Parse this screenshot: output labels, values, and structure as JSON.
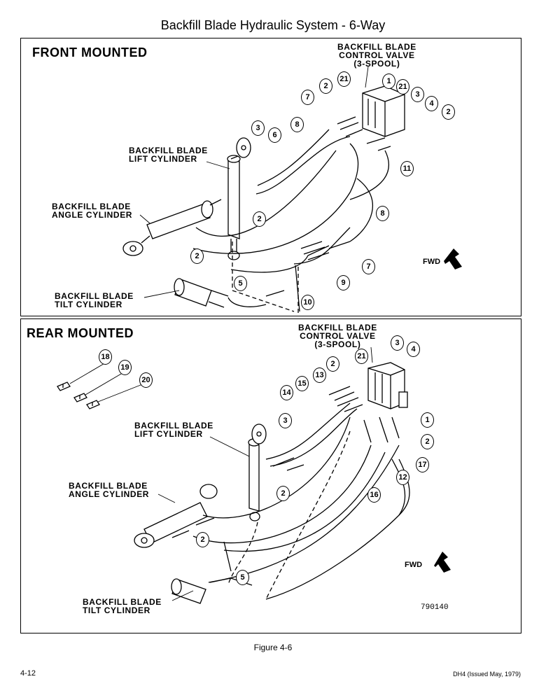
{
  "page": {
    "title": "Backfill Blade Hydraulic System - 6-Way",
    "figure_caption": "Figure 4-6",
    "page_number": "4-12",
    "doc_ref": "DH4 (Issued May, 1979)",
    "drawing_number": "790140"
  },
  "front": {
    "heading": "FRONT  MOUNTED",
    "valve_label": [
      "BACKFILL BLADE",
      "CONTROL VALVE",
      "(3-SPOOL)"
    ],
    "lift_label": [
      "BACKFILL BLADE",
      "LIFT CYLINDER"
    ],
    "angle_label": [
      "BACKFILL BLADE",
      "ANGLE CYLINDER"
    ],
    "tilt_label": [
      "BACKFILL BLADE",
      "TILT CYLINDER"
    ],
    "fwd": "FWD",
    "callouts": [
      "7",
      "2",
      "21",
      "1",
      "21",
      "3",
      "4",
      "2",
      "8",
      "3",
      "6",
      "11",
      "2",
      "8",
      "2",
      "7",
      "9",
      "5",
      "10"
    ]
  },
  "rear": {
    "heading": "REAR  MOUNTED",
    "valve_label": [
      "BACKFILL BLADE",
      "CONTROL VALVE",
      "(3-SPOOL)"
    ],
    "lift_label": [
      "BACKFILL BLADE",
      "LIFT CYLINDER"
    ],
    "angle_label": [
      "BACKFILL BLADE",
      "ANGLE CYLINDER"
    ],
    "tilt_label": [
      "BACKFILL BLADE",
      "TILT CYLINDER"
    ],
    "fwd": "FWD",
    "callouts": [
      "18",
      "19",
      "20",
      "3",
      "4",
      "21",
      "2",
      "13",
      "15",
      "14",
      "3",
      "1",
      "2",
      "17",
      "12",
      "16",
      "2",
      "2",
      "5"
    ]
  }
}
